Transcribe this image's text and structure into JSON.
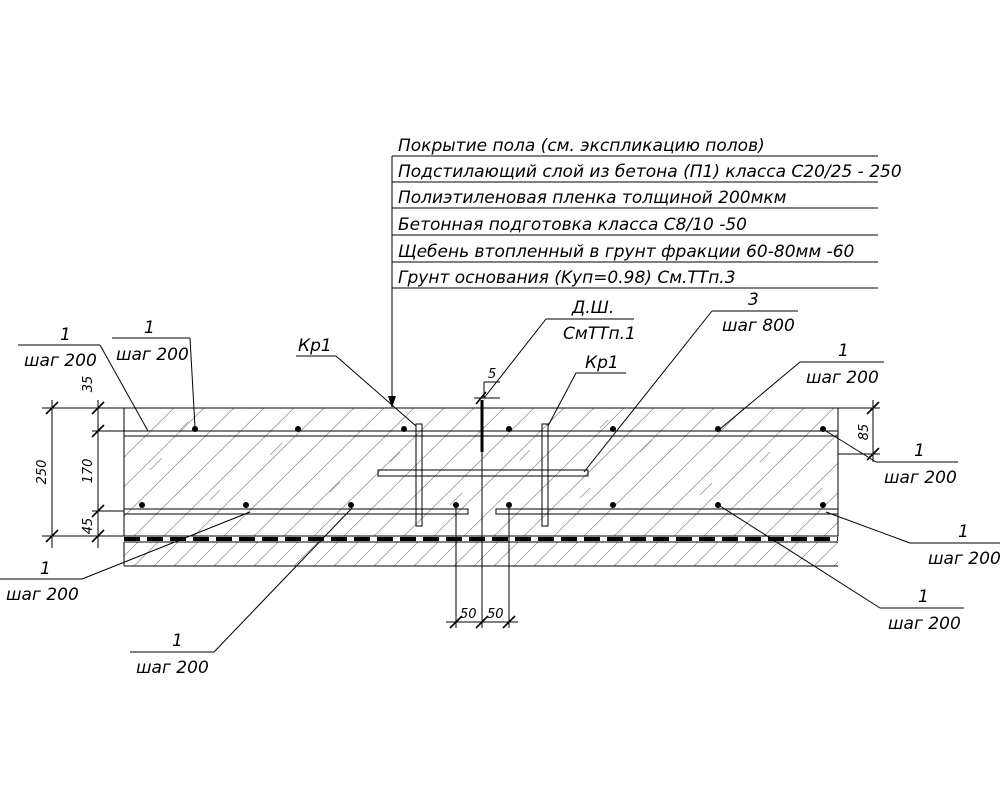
{
  "layers": [
    "Покрытие пола (см. экспликацию полов)",
    "Подстилающий слой из бетона (П1) класса С20/25 - 250",
    "Полиэтиленовая пленка толщиной 200мкм",
    "Бетонная подготовка класса С8/10 -50",
    "Щебень втопленный в грунт фракции 60-80мм -60",
    "Грунт основания (Kуп=0.98) См.ТТп.3"
  ],
  "callouts": {
    "top_left_outer": {
      "mark": "1",
      "step": "шаг 200"
    },
    "top_left_inner": {
      "mark": "1",
      "step": "шаг 200"
    },
    "kp1_left": "Кр1",
    "kp1_right": "Кр1",
    "joint": {
      "mark": "Д.Ш.",
      "ref": "СмТТп.1"
    },
    "top_mid": {
      "mark": "3",
      "step": "шаг 800"
    },
    "top_right": {
      "mark": "1",
      "step": "шаг 200"
    },
    "right_upper": {
      "mark": "1",
      "step": "шаг 200"
    },
    "right_mid": {
      "mark": "1",
      "step": "шаг 200"
    },
    "right_lower": {
      "mark": "1",
      "step": "шаг 200"
    },
    "bottom_left": {
      "mark": "1",
      "step": "шаг 200"
    },
    "bottom_mid": {
      "mark": "1",
      "step": "шаг 200"
    }
  },
  "dimensions": {
    "total": "250",
    "top_cover": "35",
    "middle": "170",
    "bottom_cover": "45",
    "right_top": "85",
    "joint_width": "5",
    "bar_offset_left": "50",
    "bar_offset_right": "50"
  }
}
